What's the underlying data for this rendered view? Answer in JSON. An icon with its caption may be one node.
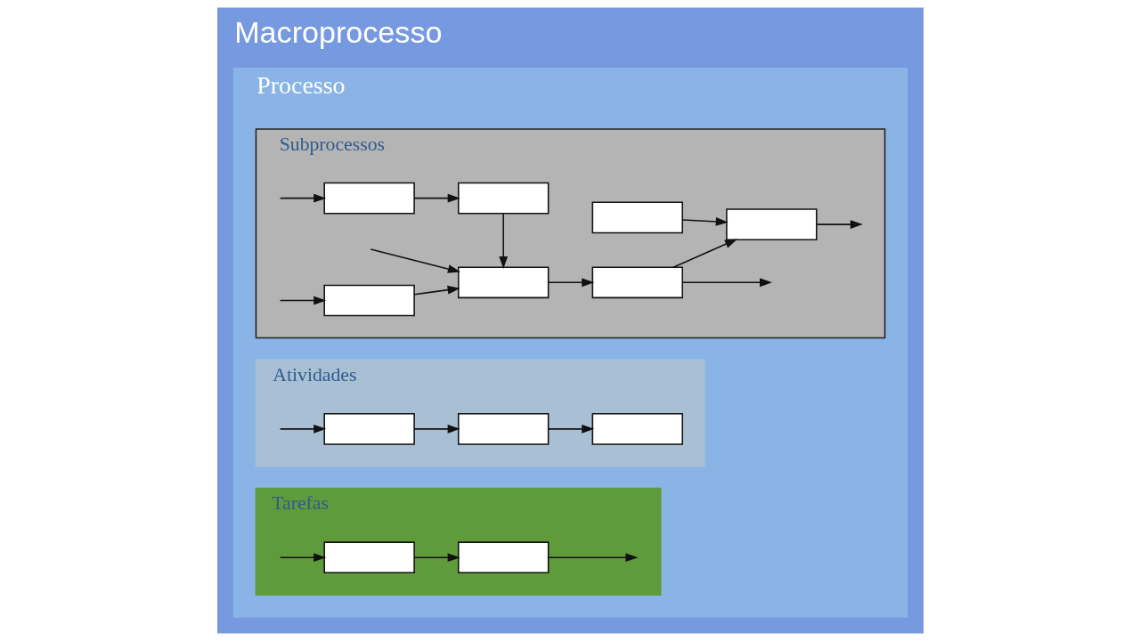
{
  "diagram": {
    "title": "Macroprocesso",
    "nodes": [
      {
        "text": [
          "Processo"
        ]
      },
      {
        "text": [
          "Subprocessos"
        ],
        "in": 0
      },
      {
        "text": [],
        "shape": "box",
        "in": 1
      },
      {
        "text": [],
        "shape": "box",
        "in": 1
      },
      {
        "text": [],
        "shape": "box",
        "in": 1
      },
      {
        "text": [],
        "shape": "box",
        "in": 1
      },
      {
        "text": [],
        "shape": "box",
        "in": 1
      },
      {
        "text": [],
        "shape": "box",
        "in": 1
      },
      {
        "text": [],
        "shape": "box",
        "in": 1
      },
      {
        "text": [
          "Atividades"
        ],
        "in": 0
      },
      {
        "text": [],
        "shape": "box",
        "in": 9
      },
      {
        "text": [],
        "shape": "box",
        "in": 9
      },
      {
        "text": [],
        "shape": "box",
        "in": 9
      },
      {
        "text": [
          "Tarefas"
        ],
        "in": 0
      },
      {
        "text": [],
        "shape": "box",
        "in": 13
      },
      {
        "text": [],
        "shape": "box",
        "in": 13
      }
    ],
    "edges": [
      {
        "from": null,
        "to": 3,
        "arrow": "to"
      },
      {
        "from": null,
        "to": 2,
        "arrow": "to"
      },
      {
        "from": 2,
        "to": 3,
        "arrow": "to"
      },
      {
        "from": 3,
        "to": 4,
        "arrow": "to"
      },
      {
        "from": 4,
        "to": null,
        "arrow": "to"
      },
      {
        "from": null,
        "to": 5,
        "arrow": "to"
      },
      {
        "from": 5,
        "to": 6,
        "arrow": "to"
      },
      {
        "from": 6,
        "to": 3,
        "arrow": "to"
      },
      {
        "from": 4,
        "to": 8,
        "arrow": "to"
      },
      {
        "from": 7,
        "to": 8,
        "arrow": "to"
      },
      {
        "from": 8,
        "to": null,
        "arrow": "to"
      },
      {
        "from": null,
        "to": 10,
        "arrow": "to"
      },
      {
        "from": 10,
        "to": 11,
        "arrow": "to"
      },
      {
        "from": 11,
        "to": 12,
        "arrow": "to"
      },
      {
        "from": null,
        "to": 14,
        "arrow": "to"
      },
      {
        "from": 14,
        "to": 15,
        "arrow": "to"
      },
      {
        "from": 15,
        "to": null,
        "arrow": "to"
      }
    ]
  }
}
